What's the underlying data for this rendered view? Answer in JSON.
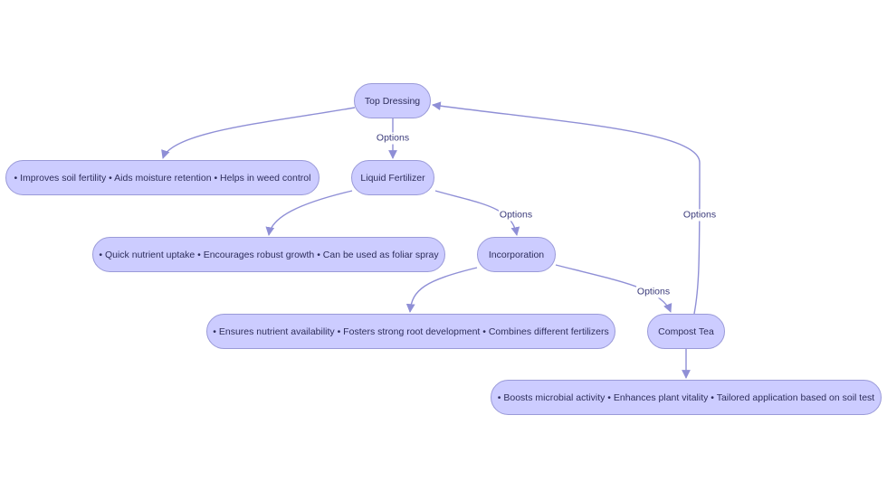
{
  "nodes": {
    "top_dressing": "Top Dressing",
    "top_dressing_benefits": "• Improves soil fertility • Aids moisture retention • Helps in weed control",
    "liquid_fertilizer": "Liquid Fertilizer",
    "liquid_fertilizer_benefits": "• Quick nutrient uptake • Encourages robust growth • Can be used as foliar spray",
    "incorporation": "Incorporation",
    "incorporation_benefits": "• Ensures nutrient availability • Fosters strong root development • Combines different fertilizers",
    "compost_tea": "Compost Tea",
    "compost_tea_benefits": "• Boosts microbial activity • Enhances plant vitality • Tailored application based on soil test"
  },
  "edge_labels": {
    "top_to_liquid": "Options",
    "liquid_to_incorporation": "Options",
    "incorporation_to_compost": "Options",
    "compost_to_top": "Options"
  },
  "colors": {
    "node_fill": "#ccccff",
    "node_border": "#9a9ad8",
    "edge": "#8f8fd6",
    "text": "#2e2e5c"
  }
}
